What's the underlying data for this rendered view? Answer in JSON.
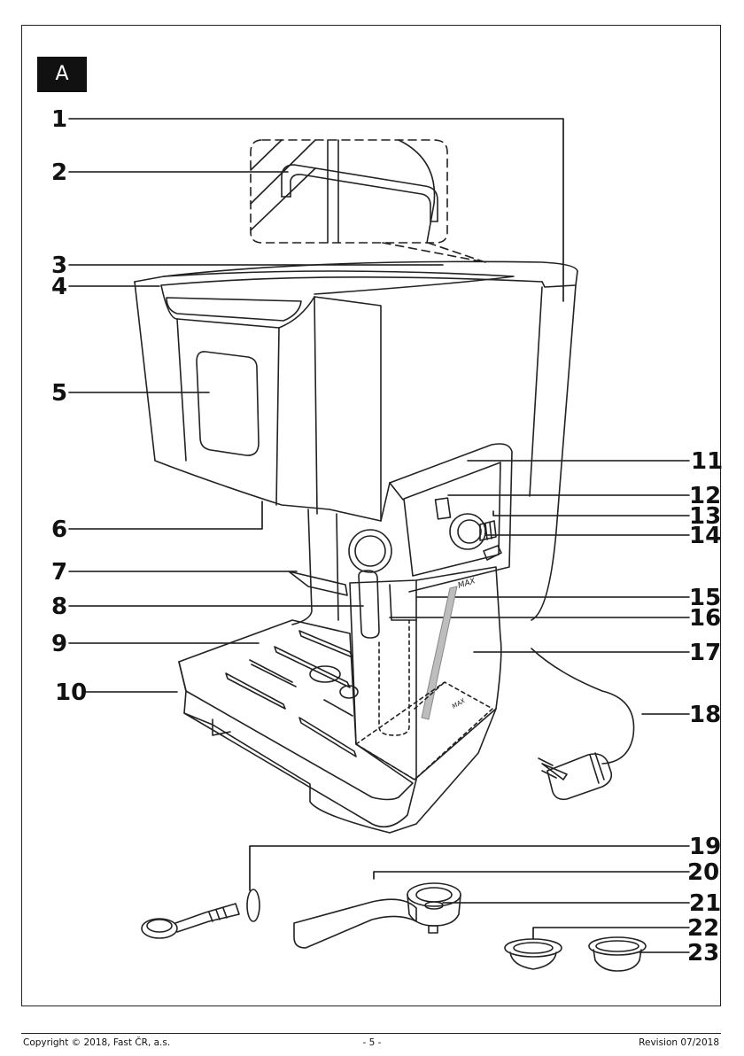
{
  "section_label": "A",
  "callouts": [
    {
      "id": 1,
      "label": "1"
    },
    {
      "id": 2,
      "label": "2"
    },
    {
      "id": 3,
      "label": "3"
    },
    {
      "id": 4,
      "label": "4"
    },
    {
      "id": 5,
      "label": "5"
    },
    {
      "id": 6,
      "label": "6"
    },
    {
      "id": 7,
      "label": "7"
    },
    {
      "id": 8,
      "label": "8"
    },
    {
      "id": 9,
      "label": "9"
    },
    {
      "id": 10,
      "label": "10"
    },
    {
      "id": 11,
      "label": "11"
    },
    {
      "id": 12,
      "label": "12"
    },
    {
      "id": 13,
      "label": "13"
    },
    {
      "id": 14,
      "label": "14"
    },
    {
      "id": 15,
      "label": "15"
    },
    {
      "id": 16,
      "label": "16"
    },
    {
      "id": 17,
      "label": "17"
    },
    {
      "id": 18,
      "label": "18"
    },
    {
      "id": 19,
      "label": "19"
    },
    {
      "id": 20,
      "label": "20"
    },
    {
      "id": 21,
      "label": "21"
    },
    {
      "id": 22,
      "label": "22"
    },
    {
      "id": 23,
      "label": "23"
    }
  ],
  "tank_marks": {
    "max_upper": "MAX",
    "max_lower": "MAX"
  },
  "footer": {
    "copyright": "Copyright © 2018, Fast ČR, a.s.",
    "page": "- 5 -",
    "revision": "Revision 07/2018"
  }
}
